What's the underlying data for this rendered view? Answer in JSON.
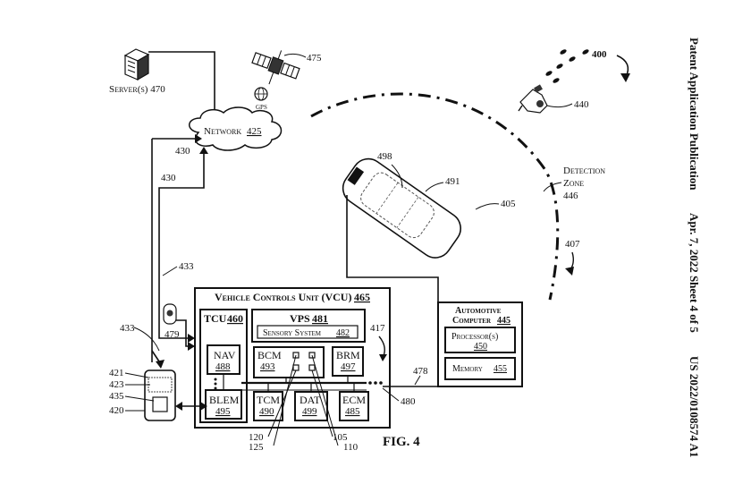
{
  "header": {
    "publication": "Patent Application Publication",
    "date_sheet": "Apr. 7, 2022   Sheet 4 of 5",
    "pub_number": "US 2022/0108574 A1"
  },
  "figure_label": "FIG. 4",
  "labels": {
    "servers": "Server(s) 470",
    "network": "Network",
    "network_ref": "425",
    "satellite_ref": "475",
    "gps": "GPS",
    "ref_400": "400",
    "ref_440": "440",
    "ref_498": "498",
    "ref_491": "491",
    "ref_405": "405",
    "detection_zone_1": "Detection",
    "detection_zone_2": "Zone",
    "detection_zone_ref": "446",
    "ref_407": "407",
    "ref_430a": "430",
    "ref_430b": "430",
    "ref_433a": "433",
    "ref_433b": "433",
    "ref_479": "479",
    "ref_417": "417",
    "ref_478": "478",
    "ref_480": "480",
    "ref_421": "421",
    "ref_423": "423",
    "ref_435": "435",
    "ref_420": "420",
    "ref_120": "120",
    "ref_125": "125",
    "ref_105": "105",
    "ref_110": "110"
  },
  "vcu": {
    "title": "Vehicle Controls Unit (VCU)",
    "ref": "465",
    "tcu": {
      "name": "TCU",
      "ref": "460"
    },
    "vps": {
      "name": "VPS",
      "ref": "481"
    },
    "sensory": {
      "name": "Sensory System",
      "ref": "482"
    },
    "nav": {
      "name": "NAV",
      "ref": "488"
    },
    "blem": {
      "name": "BLEM",
      "ref": "495"
    },
    "bcm": {
      "name": "BCM",
      "ref": "493"
    },
    "brm": {
      "name": "BRM",
      "ref": "497"
    },
    "tcm": {
      "name": "TCM",
      "ref": "490"
    },
    "dat": {
      "name": "DAT",
      "ref": "499"
    },
    "ecm": {
      "name": "ECM",
      "ref": "485"
    }
  },
  "automotive": {
    "title_1": "Automotive",
    "title_2": "Computer",
    "ref": "445",
    "processor": "Processor(s)",
    "processor_ref": "450",
    "memory": "Memory",
    "memory_ref": "455"
  }
}
